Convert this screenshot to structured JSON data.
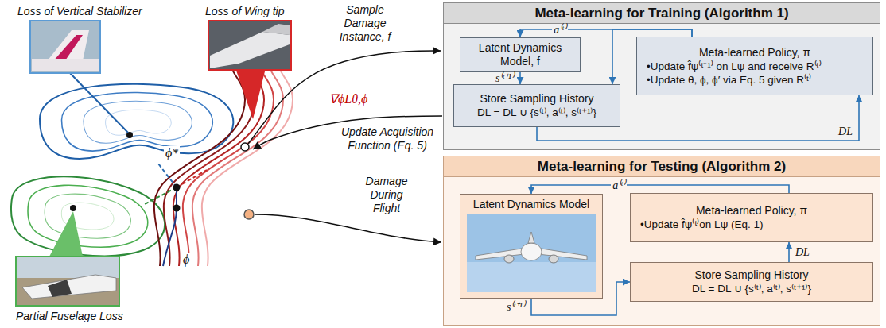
{
  "diagram": {
    "nodes": [
      {
        "text": [
          "Meta-learning for Training (Algorithm 1)"
        ]
      },
      {
        "text": [
          "Latent Dynamics Model, f"
        ],
        "in": 0
      },
      {
        "text": [
          "Meta-learned Policy, π",
          "•Update f̂ψ⁽ᵗ⁻¹⁾ on Lψ and receive R⁽ᵗ⁾",
          "•Update θ, ϕ, ϕ′ via Eq. 5 given R⁽ᵗ⁾"
        ],
        "in": 0
      },
      {
        "text": [
          "Store Sampling History",
          "DL = DL ∪ {s⁽ᵗ⁾, a⁽ᵗ⁾, s⁽ᵗ⁺¹⁾}"
        ],
        "in": 0
      },
      {
        "text": [
          "Meta-learning for Testing (Algorithm 2)"
        ]
      },
      {
        "text": [
          "Latent Dynamics Model"
        ],
        "in": 4
      },
      {
        "text": [
          "Meta-learned Policy, π",
          "•Update f̂ψ⁽ᵗ⁾on Lψ (Eq. 1)"
        ],
        "in": 4
      },
      {
        "text": [
          "Store Sampling History",
          "DL = DL ∪ {s⁽ᵗ⁾, a⁽ᵗ⁾, s⁽ᵗ⁺¹⁾}"
        ],
        "in": 4
      }
    ],
    "edges": [
      {
        "from": 1,
        "to": 3,
        "label": "s⁽ᵗ⁺¹⁾",
        "arrow": "to"
      },
      {
        "from": 2,
        "to": 1,
        "label": "a⁽ᵗ⁾",
        "arrow": "to"
      },
      {
        "from": 2,
        "to": 3,
        "arrow": "to"
      },
      {
        "from": 3,
        "to": 2,
        "label": "DL",
        "arrow": "to"
      },
      {
        "from": 6,
        "to": 5,
        "label": "a⁽ᵗ⁾",
        "arrow": "to"
      },
      {
        "from": 5,
        "to": 7,
        "label": "s⁽ᵗ⁺¹⁾",
        "arrow": "to"
      },
      {
        "from": 7,
        "to": 6,
        "label": "DL",
        "arrow": "to"
      }
    ],
    "labels": [
      "Loss of Vertical Stabilizer",
      "Loss of Wing tip",
      "Partial Fuselage Loss",
      "Sample Damage Instance, f",
      "∇ϕLθ,ϕ",
      "Update Acquisition Function (Eq. 5)",
      "Damage During Flight",
      "ϕ*",
      "ϕ"
    ]
  }
}
